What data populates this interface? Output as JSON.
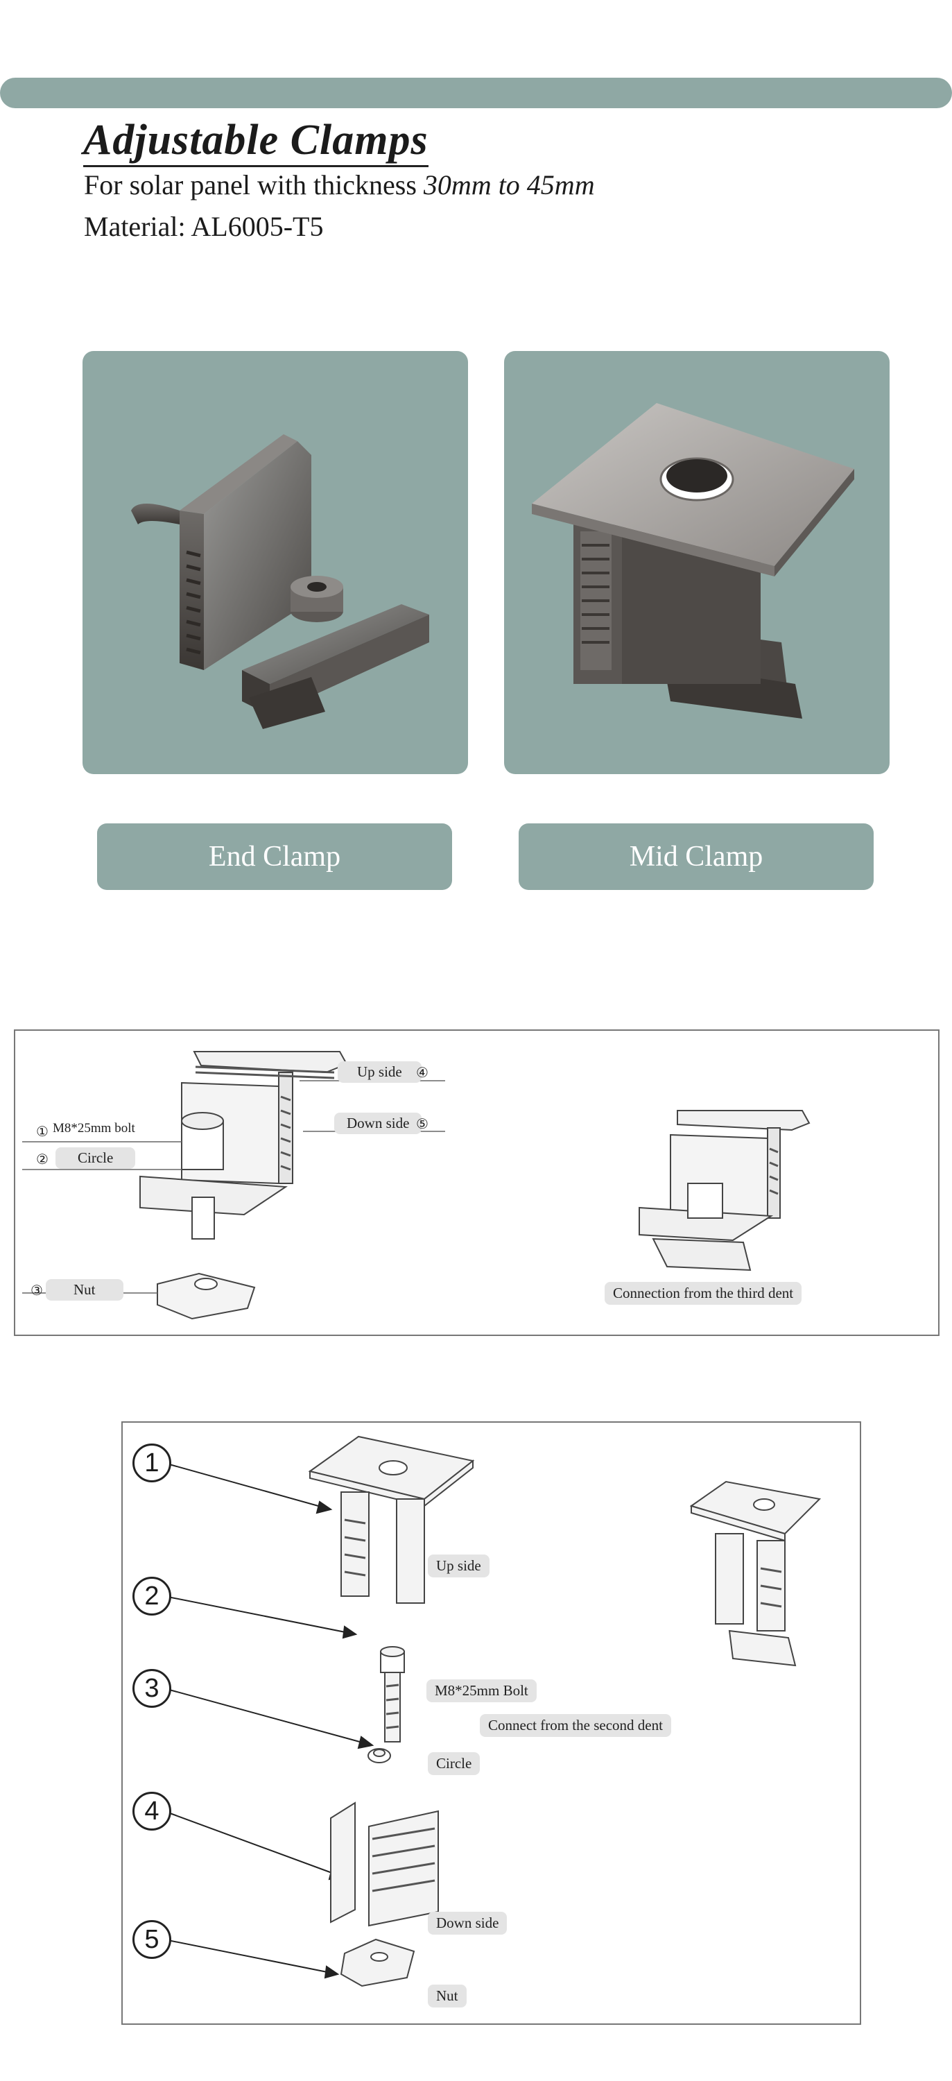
{
  "header": {
    "title": "Adjustable  Clamps",
    "subtitle_prefix": "For solar panel with thickness ",
    "subtitle_range": "30mm to 45mm",
    "material": "Material: AL6005-T5"
  },
  "products": [
    {
      "label": "End Clamp"
    },
    {
      "label": "Mid Clamp"
    }
  ],
  "end_clamp_diagram": {
    "parts": [
      {
        "num": "①",
        "label": "M8*25mm bolt"
      },
      {
        "num": "②",
        "label": "Circle"
      },
      {
        "num": "③",
        "label": "Nut"
      },
      {
        "num": "④",
        "label": "Up side"
      },
      {
        "num": "⑤",
        "label": "Down side"
      }
    ],
    "caption": "Connection from the third dent"
  },
  "mid_clamp_diagram": {
    "parts": [
      {
        "num": "1",
        "label": "Up side"
      },
      {
        "num": "2",
        "label": "M8*25mm Bolt"
      },
      {
        "num": "3",
        "label": "Circle"
      },
      {
        "num": "4",
        "label": "Down side"
      },
      {
        "num": "5",
        "label": "Nut"
      }
    ],
    "caption": "Connect from the second dent"
  },
  "colors": {
    "accent": "#8fa8a4",
    "text": "#1b1b1b",
    "tag_bg": "#e4e4e4"
  }
}
